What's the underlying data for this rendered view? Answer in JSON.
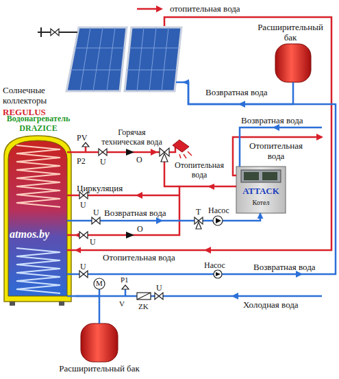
{
  "diagram": {
    "nodes": [
      {
        "text": [
          "Солнечные коллекторы",
          "REGULUS"
        ]
      },
      {
        "text": [
          "Расширительный бак"
        ]
      },
      {
        "text": [
          "Водонагреватель DRAZICE"
        ]
      },
      {
        "text": [
          "ATTACK",
          "Котел"
        ]
      },
      {
        "text": [
          "Расширительный бак"
        ]
      }
    ],
    "edges": [
      {
        "from": 0,
        "to": 2,
        "arrow": "to"
      },
      {
        "from": 2,
        "to": 0,
        "arrow": "to"
      },
      {
        "from": 1,
        "to": 0,
        "arrow": "none"
      },
      {
        "from": 3,
        "to": 2,
        "arrow": "to"
      },
      {
        "from": 2,
        "to": 3,
        "arrow": "to"
      },
      {
        "from": 4,
        "to": 2,
        "arrow": "none"
      }
    ],
    "labels": [
      "отопительная вода",
      "Возвратная вода",
      "Возвратная вода",
      "Отопительная вода",
      "Горячая техническая вода",
      "Отопительная вода",
      "PV",
      "P2",
      "O",
      "U",
      "Циркуляция",
      "U",
      "Возвратная вода",
      "U",
      "U",
      "T",
      "Насос",
      "O",
      "Отопительная вода",
      "atmos.by",
      "U",
      "Насос",
      "Возвратная вода",
      "Холодная вода",
      "M",
      "P1",
      "V",
      "ZK",
      "U"
    ]
  }
}
